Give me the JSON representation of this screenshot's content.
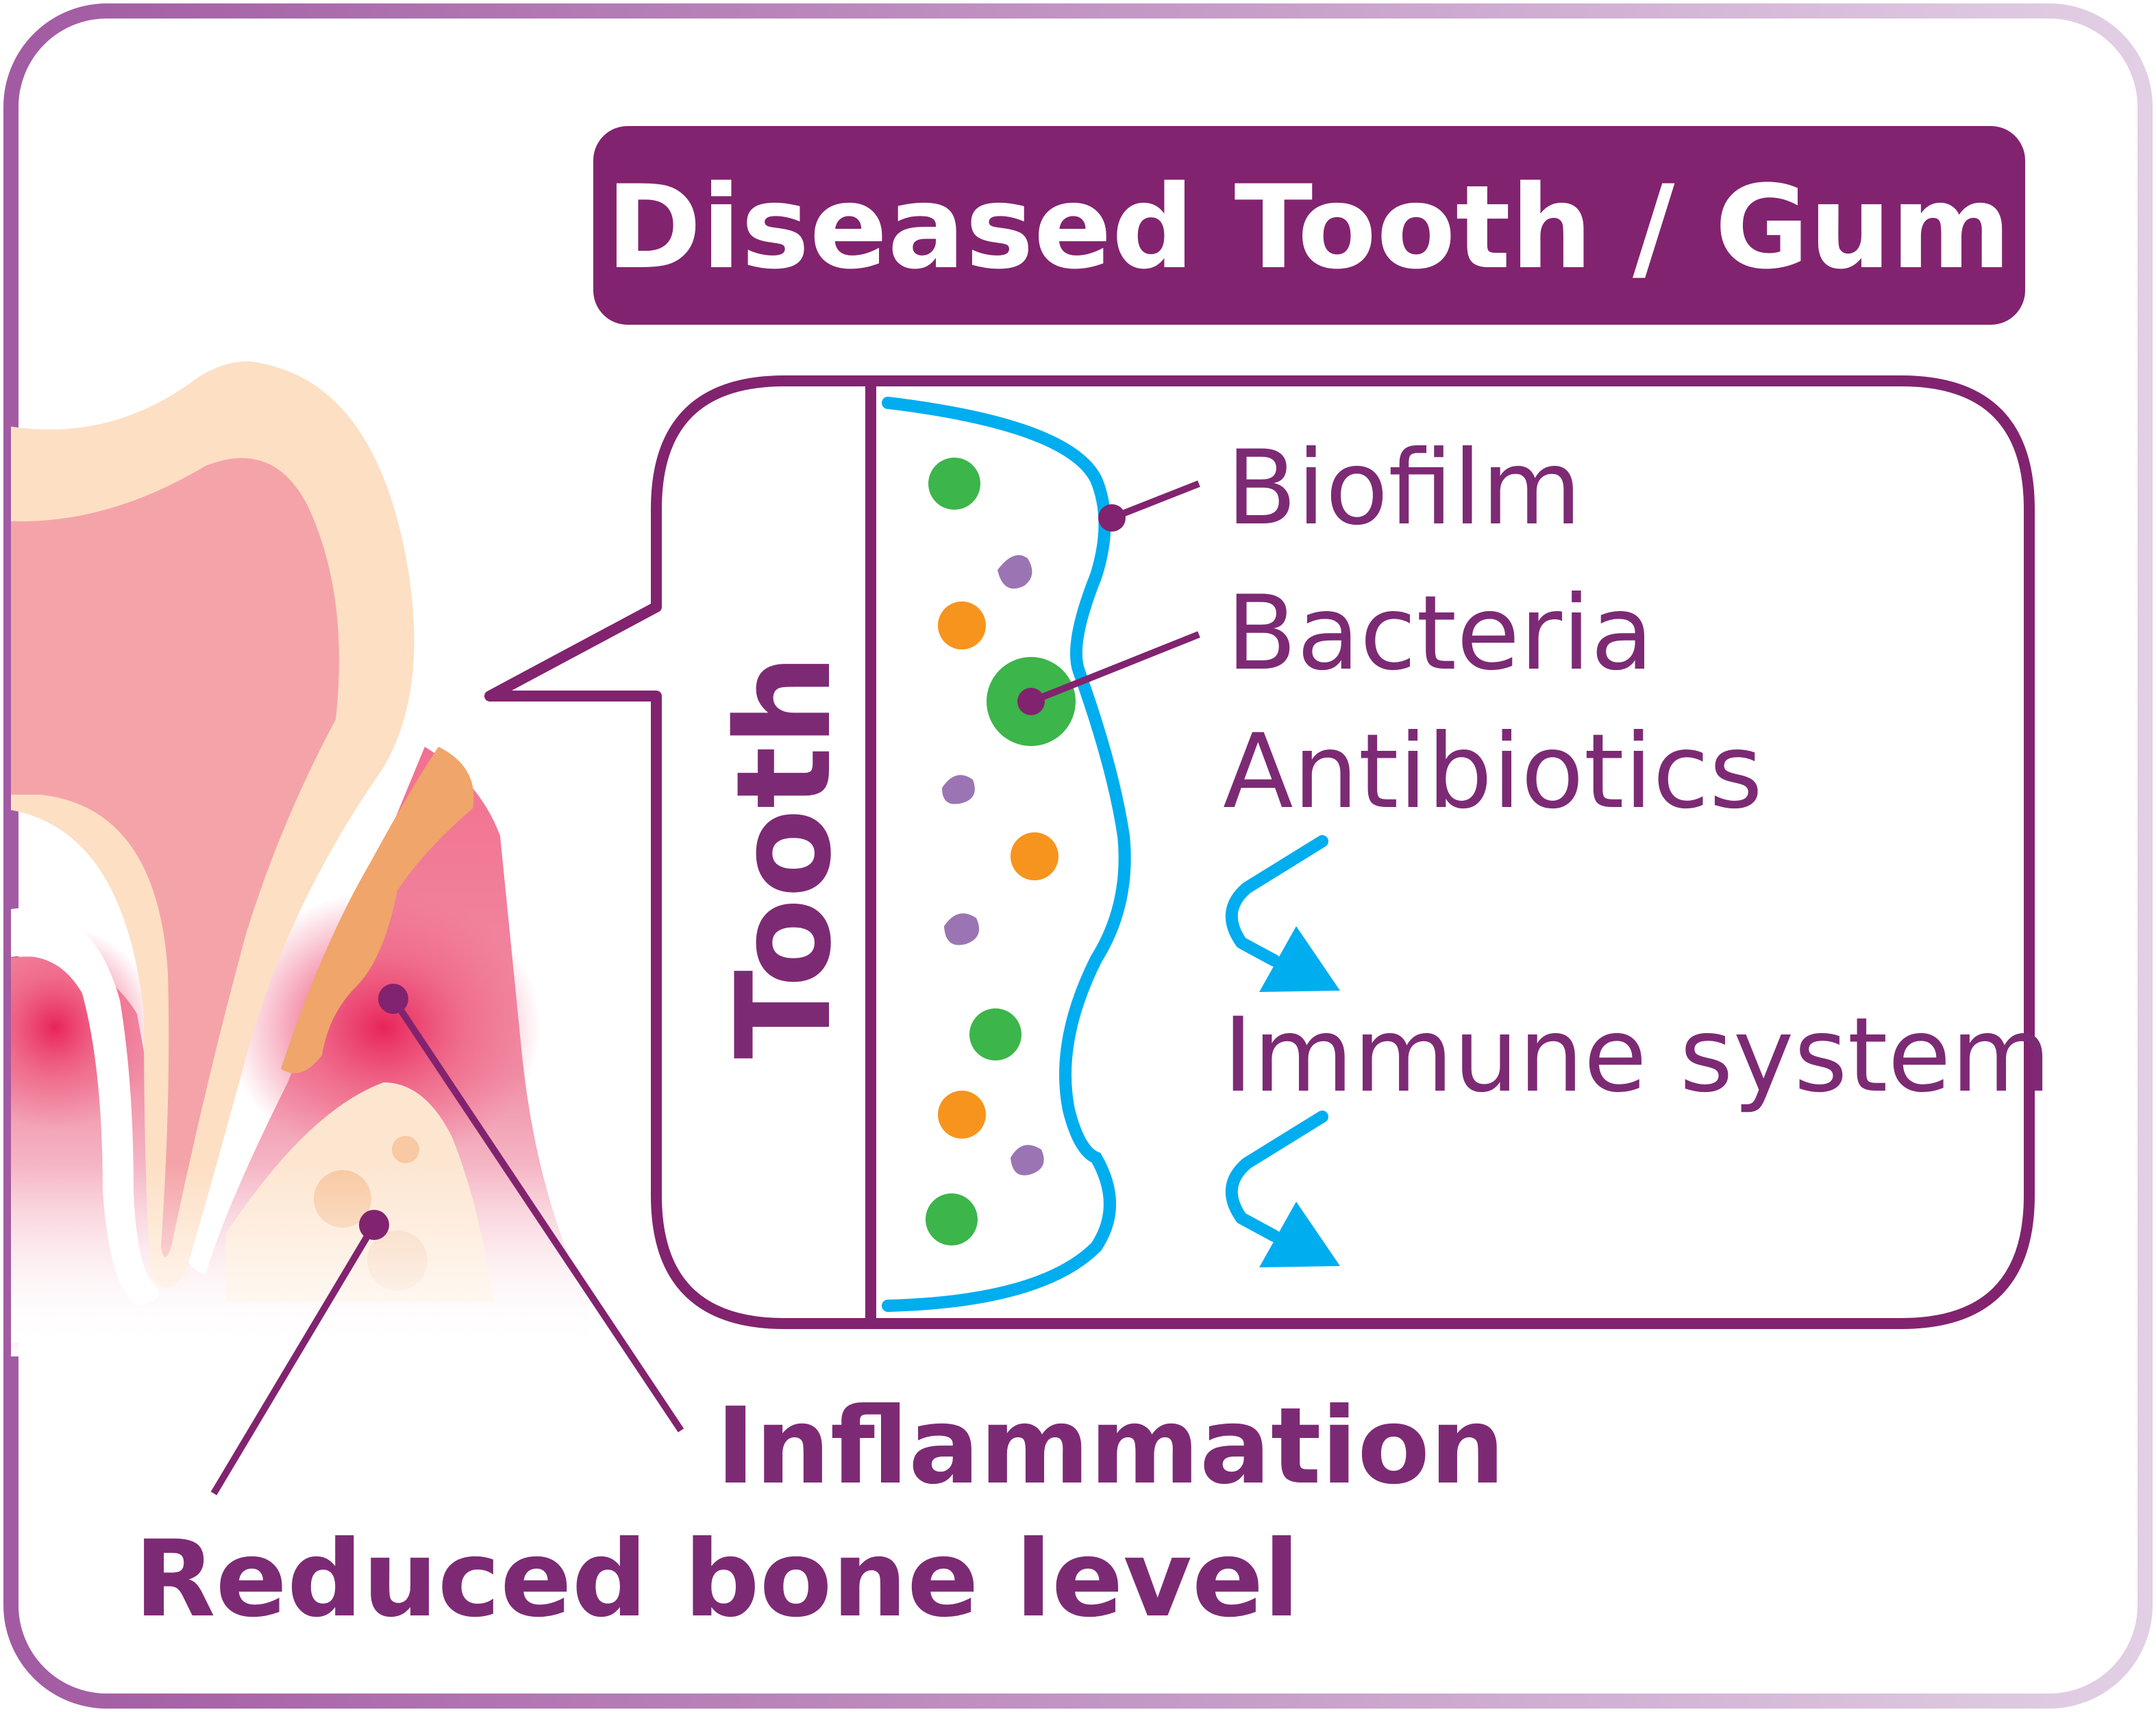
{
  "title": "Diseased Tooth / Gum",
  "inset": {
    "tooth_label": "Tooth",
    "labels": {
      "biofilm": "Biofilm",
      "bacteria": "Bacteria",
      "antibiotics": "Antibiotics",
      "immune_system": "Immune system"
    }
  },
  "callouts": {
    "inflammation": "Inflammation",
    "reduced_bone": "Reduced bone level"
  },
  "colors": {
    "primary": "#82236f",
    "frame_start": "#a25ba2",
    "frame_end": "#e2cfe5",
    "biofilm_line": "#00adef",
    "bacteria_green": "#3cb54a",
    "bacteria_orange": "#f7941d",
    "bacteria_purple": "#9b75b3",
    "gum_pink": "#f2708f",
    "enamel": "#fddfc4",
    "dentin": "#f4a4a8",
    "tartar": "#f0a56b"
  }
}
